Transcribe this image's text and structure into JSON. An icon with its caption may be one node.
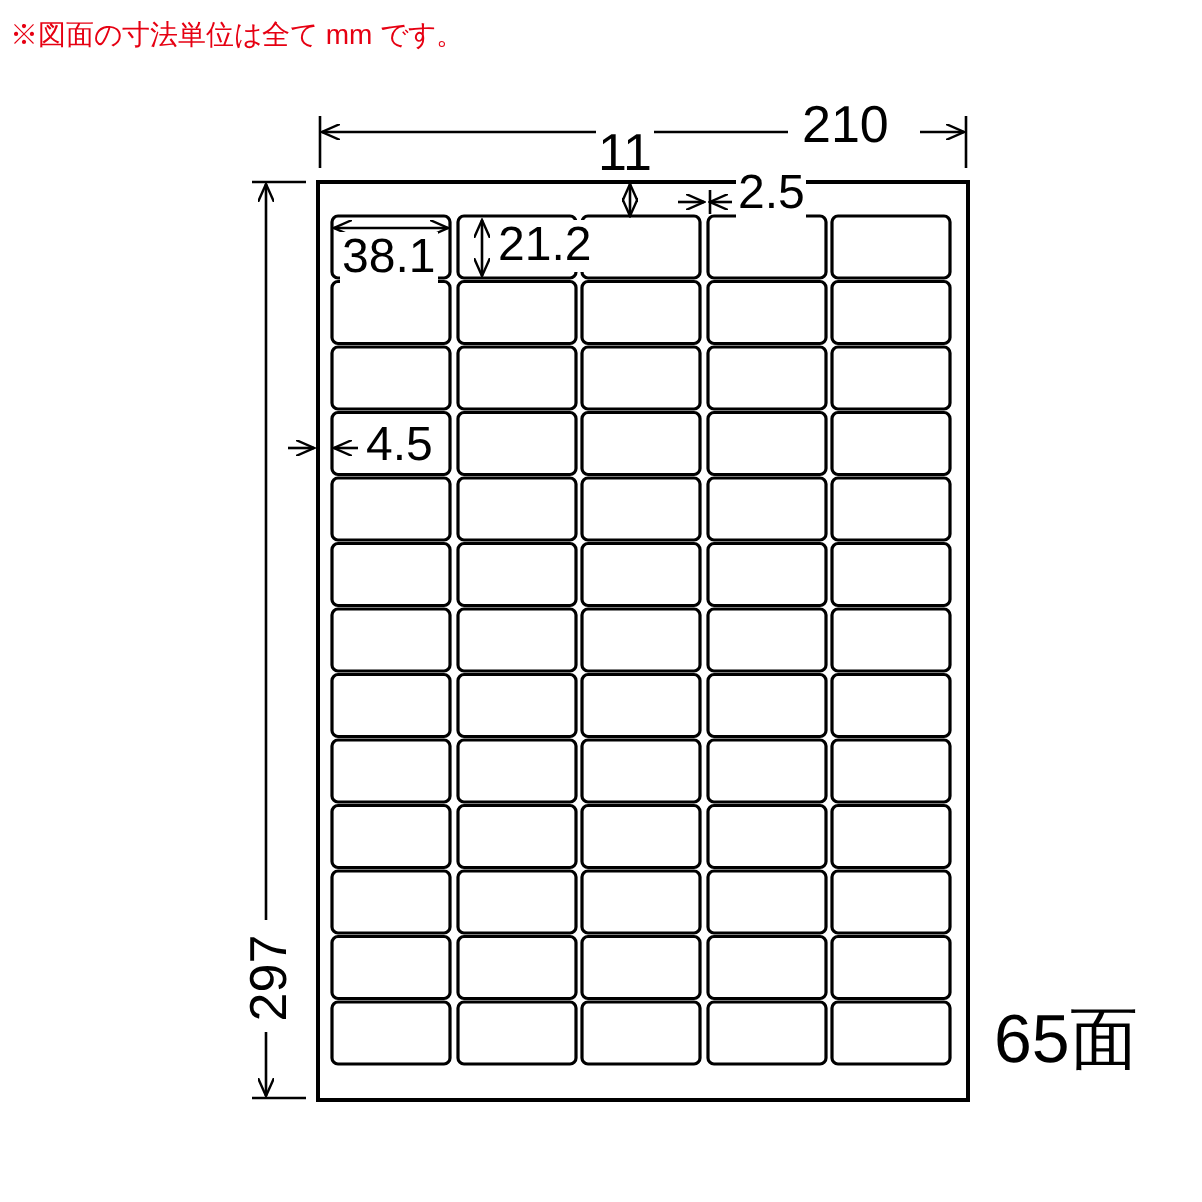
{
  "diagram": {
    "labels": [
      "※図面の寸法単位は全て mm です。",
      "210",
      "11",
      "2.5",
      "38.1",
      "21.2",
      "4.5",
      "297",
      "65面"
    ]
  }
}
